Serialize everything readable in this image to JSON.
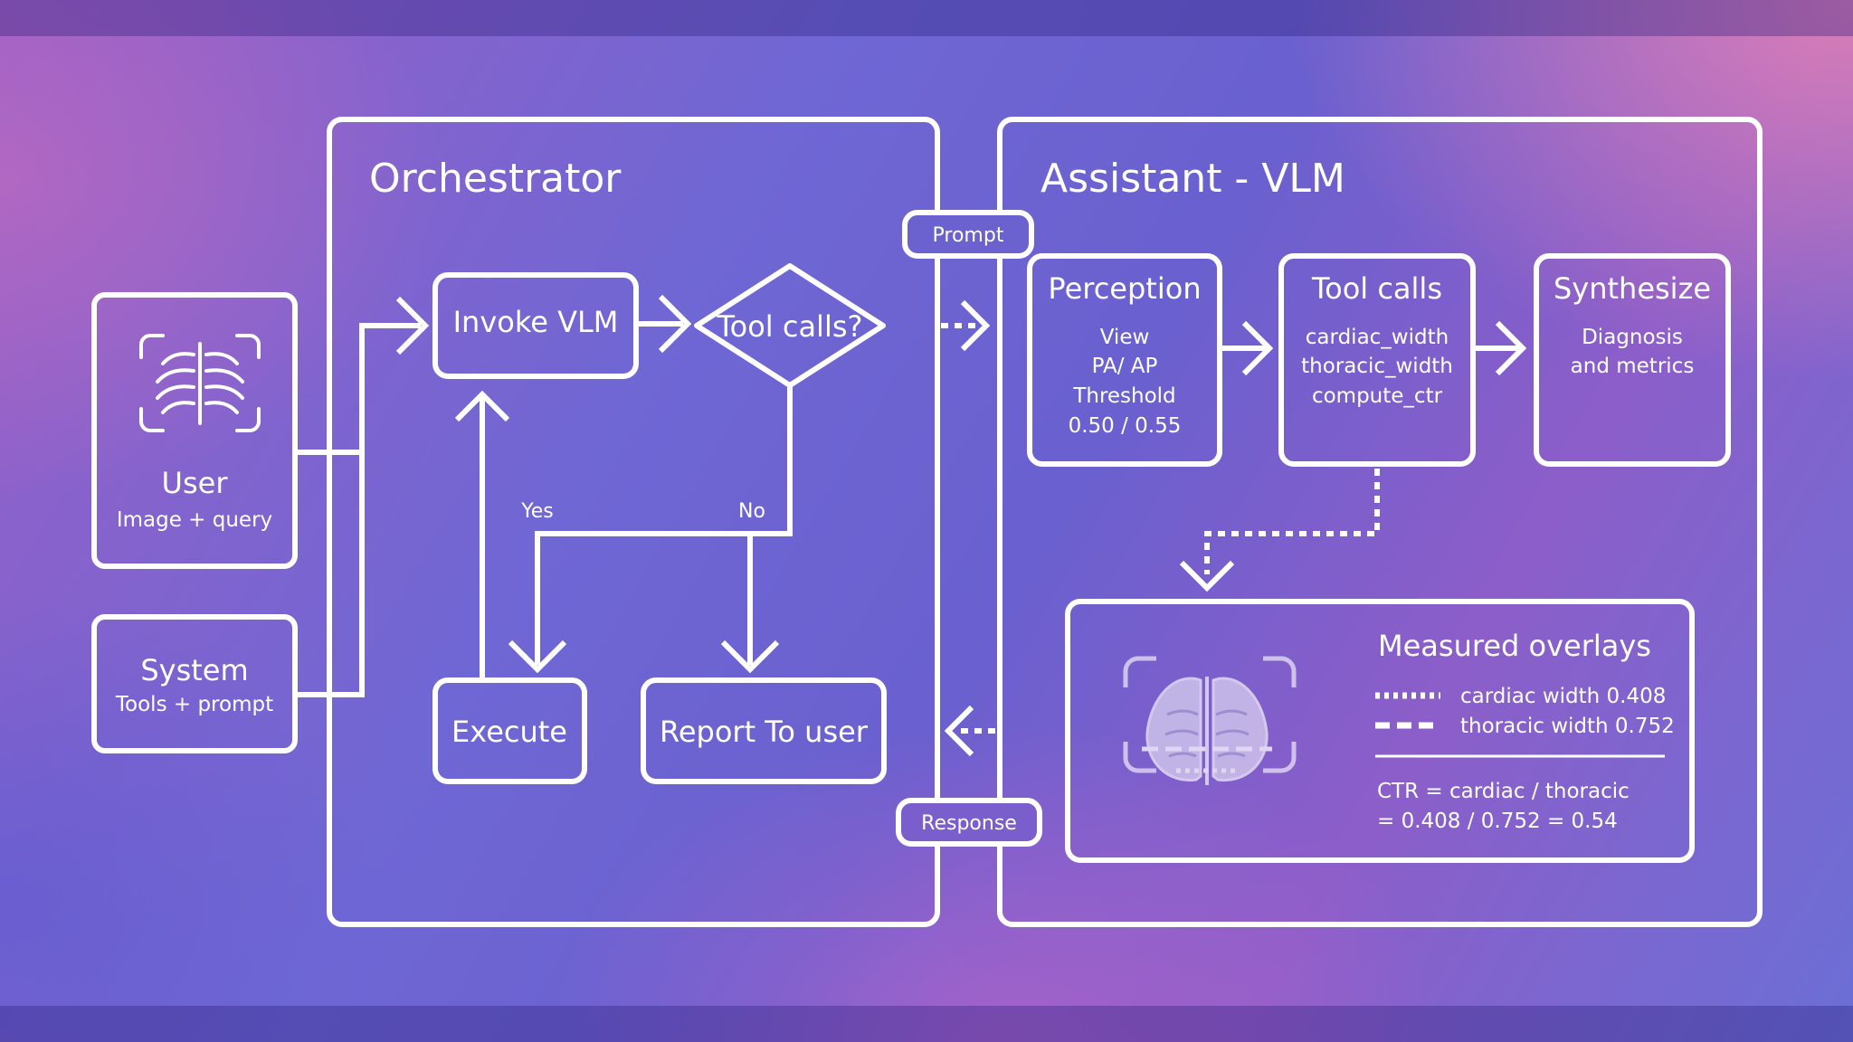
{
  "orchestrator": {
    "title": "Orchestrator",
    "invoke": "Invoke VLM",
    "decision": "Tool calls?",
    "yes": "Yes",
    "no": "No",
    "execute": "Execute",
    "report": "Report To user"
  },
  "inputs": {
    "user_title": "User",
    "user_sub": "Image + query",
    "system_title": "System",
    "system_sub": "Tools + prompt"
  },
  "connectors": {
    "prompt": "Prompt",
    "response": "Response"
  },
  "assistant": {
    "title": "Assistant - VLM",
    "perception": {
      "title": "Perception",
      "lines": [
        "View",
        "PA/ AP",
        "Threshold",
        "0.50 / 0.55"
      ]
    },
    "toolcalls": {
      "title": "Tool calls",
      "lines": [
        "cardiac_width",
        "thoracic_width",
        "compute_ctr"
      ]
    },
    "synthesize": {
      "title": "Synthesize",
      "lines": [
        "Diagnosis",
        "and metrics"
      ]
    },
    "overlays": {
      "title": "Measured overlays",
      "cardiac": "cardiac width 0.408",
      "thoracic": "thoracic width 0.752",
      "ctr_line1": "CTR = cardiac / thoracic",
      "ctr_line2": "= 0.408 / 0.752 = 0.54"
    }
  },
  "icons": {
    "user": "ribcage-scan-icon",
    "overlay": "lung-xray-icon"
  },
  "colors": {
    "stroke": "#ffffff"
  }
}
